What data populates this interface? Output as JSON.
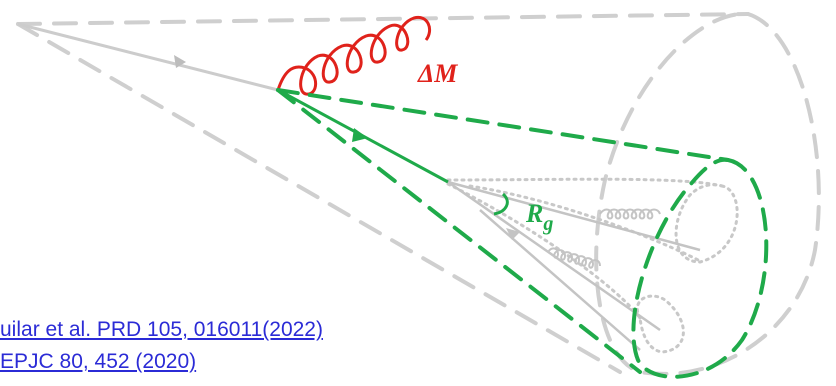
{
  "labels": {
    "delta_m": "ΔM",
    "rg": "R",
    "rg_sub": "g"
  },
  "references": [
    {
      "text": "uilar et al. PRD 105, 016011(2022)"
    },
    {
      "text": "EPJC 80, 452 (2020)"
    }
  ],
  "colors": {
    "gray": "#cfcfcf",
    "dark_gray": "#bdbdbd",
    "green": "#1faa4a",
    "red": "#e0221b",
    "link": "#2b2bd6"
  }
}
